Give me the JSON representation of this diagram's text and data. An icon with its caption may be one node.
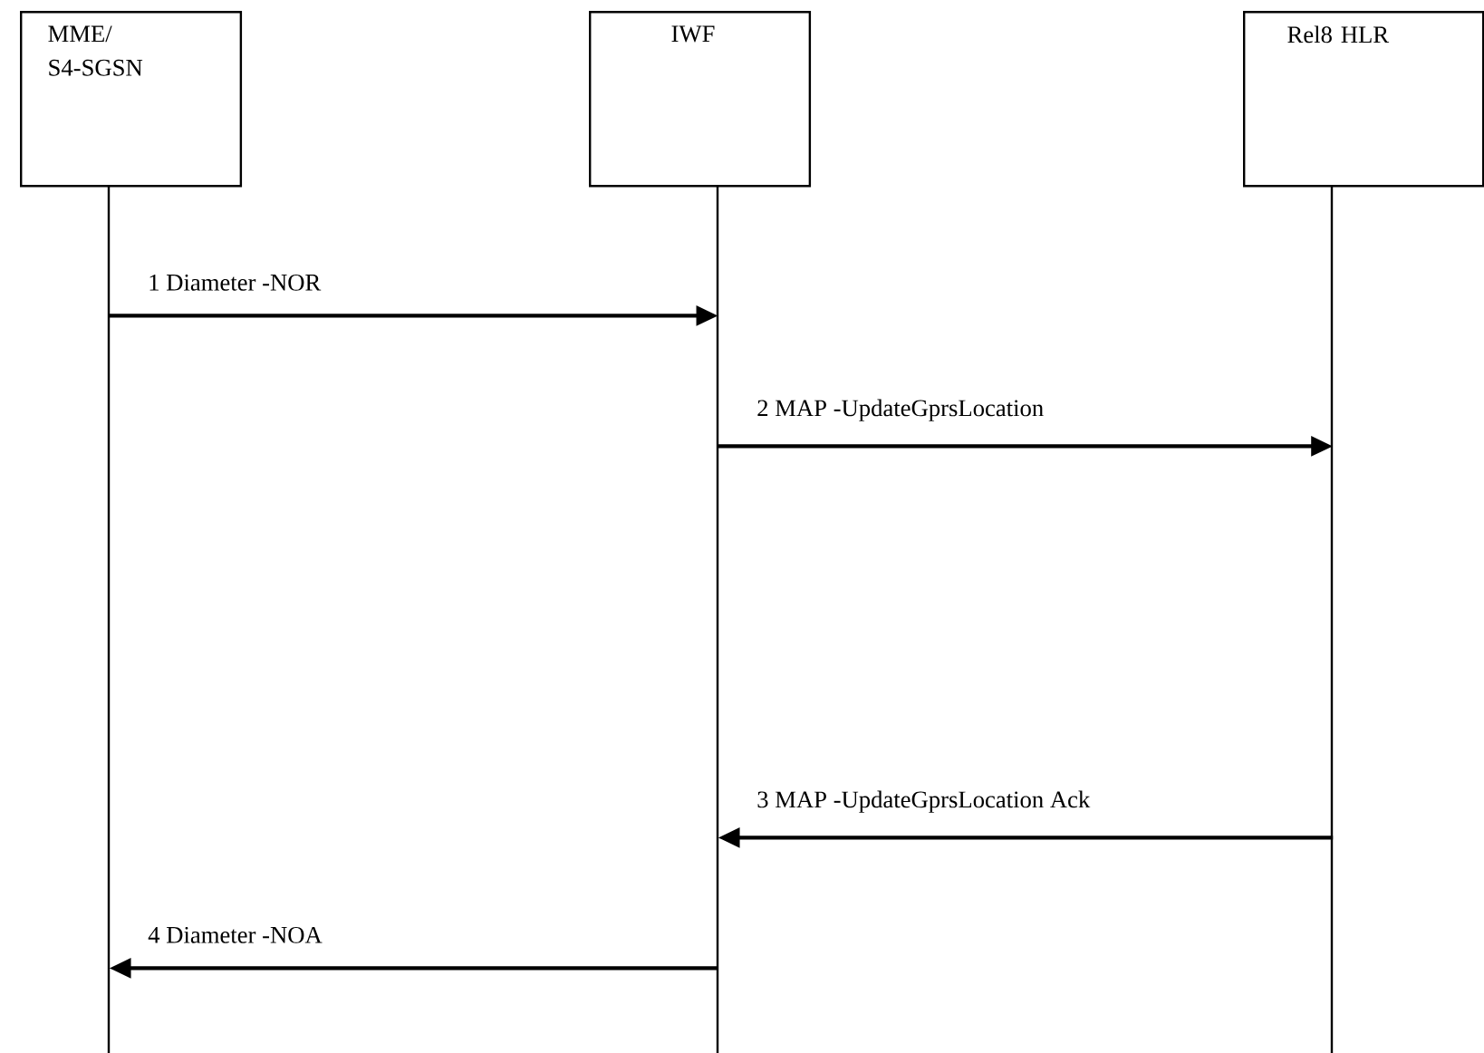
{
  "diagram": {
    "nodes": [
      {
        "text": [
          "MME/ S4-SGSN"
        ]
      },
      {
        "text": [
          "IWF"
        ]
      },
      {
        "text": [
          "Rel8 HLR"
        ]
      }
    ],
    "edges": [
      {
        "from": 0,
        "to": 1,
        "arrow": "to",
        "label": "1 Diameter -NOR"
      },
      {
        "from": 1,
        "to": 2,
        "arrow": "to",
        "label": "2 MAP -UpdateGprsLocation"
      },
      {
        "from": 2,
        "to": 1,
        "arrow": "to",
        "label": "3 MAP -UpdateGprsLocation Ack"
      },
      {
        "from": 1,
        "to": 0,
        "arrow": "to",
        "label": "4 Diameter -NOA"
      }
    ]
  }
}
